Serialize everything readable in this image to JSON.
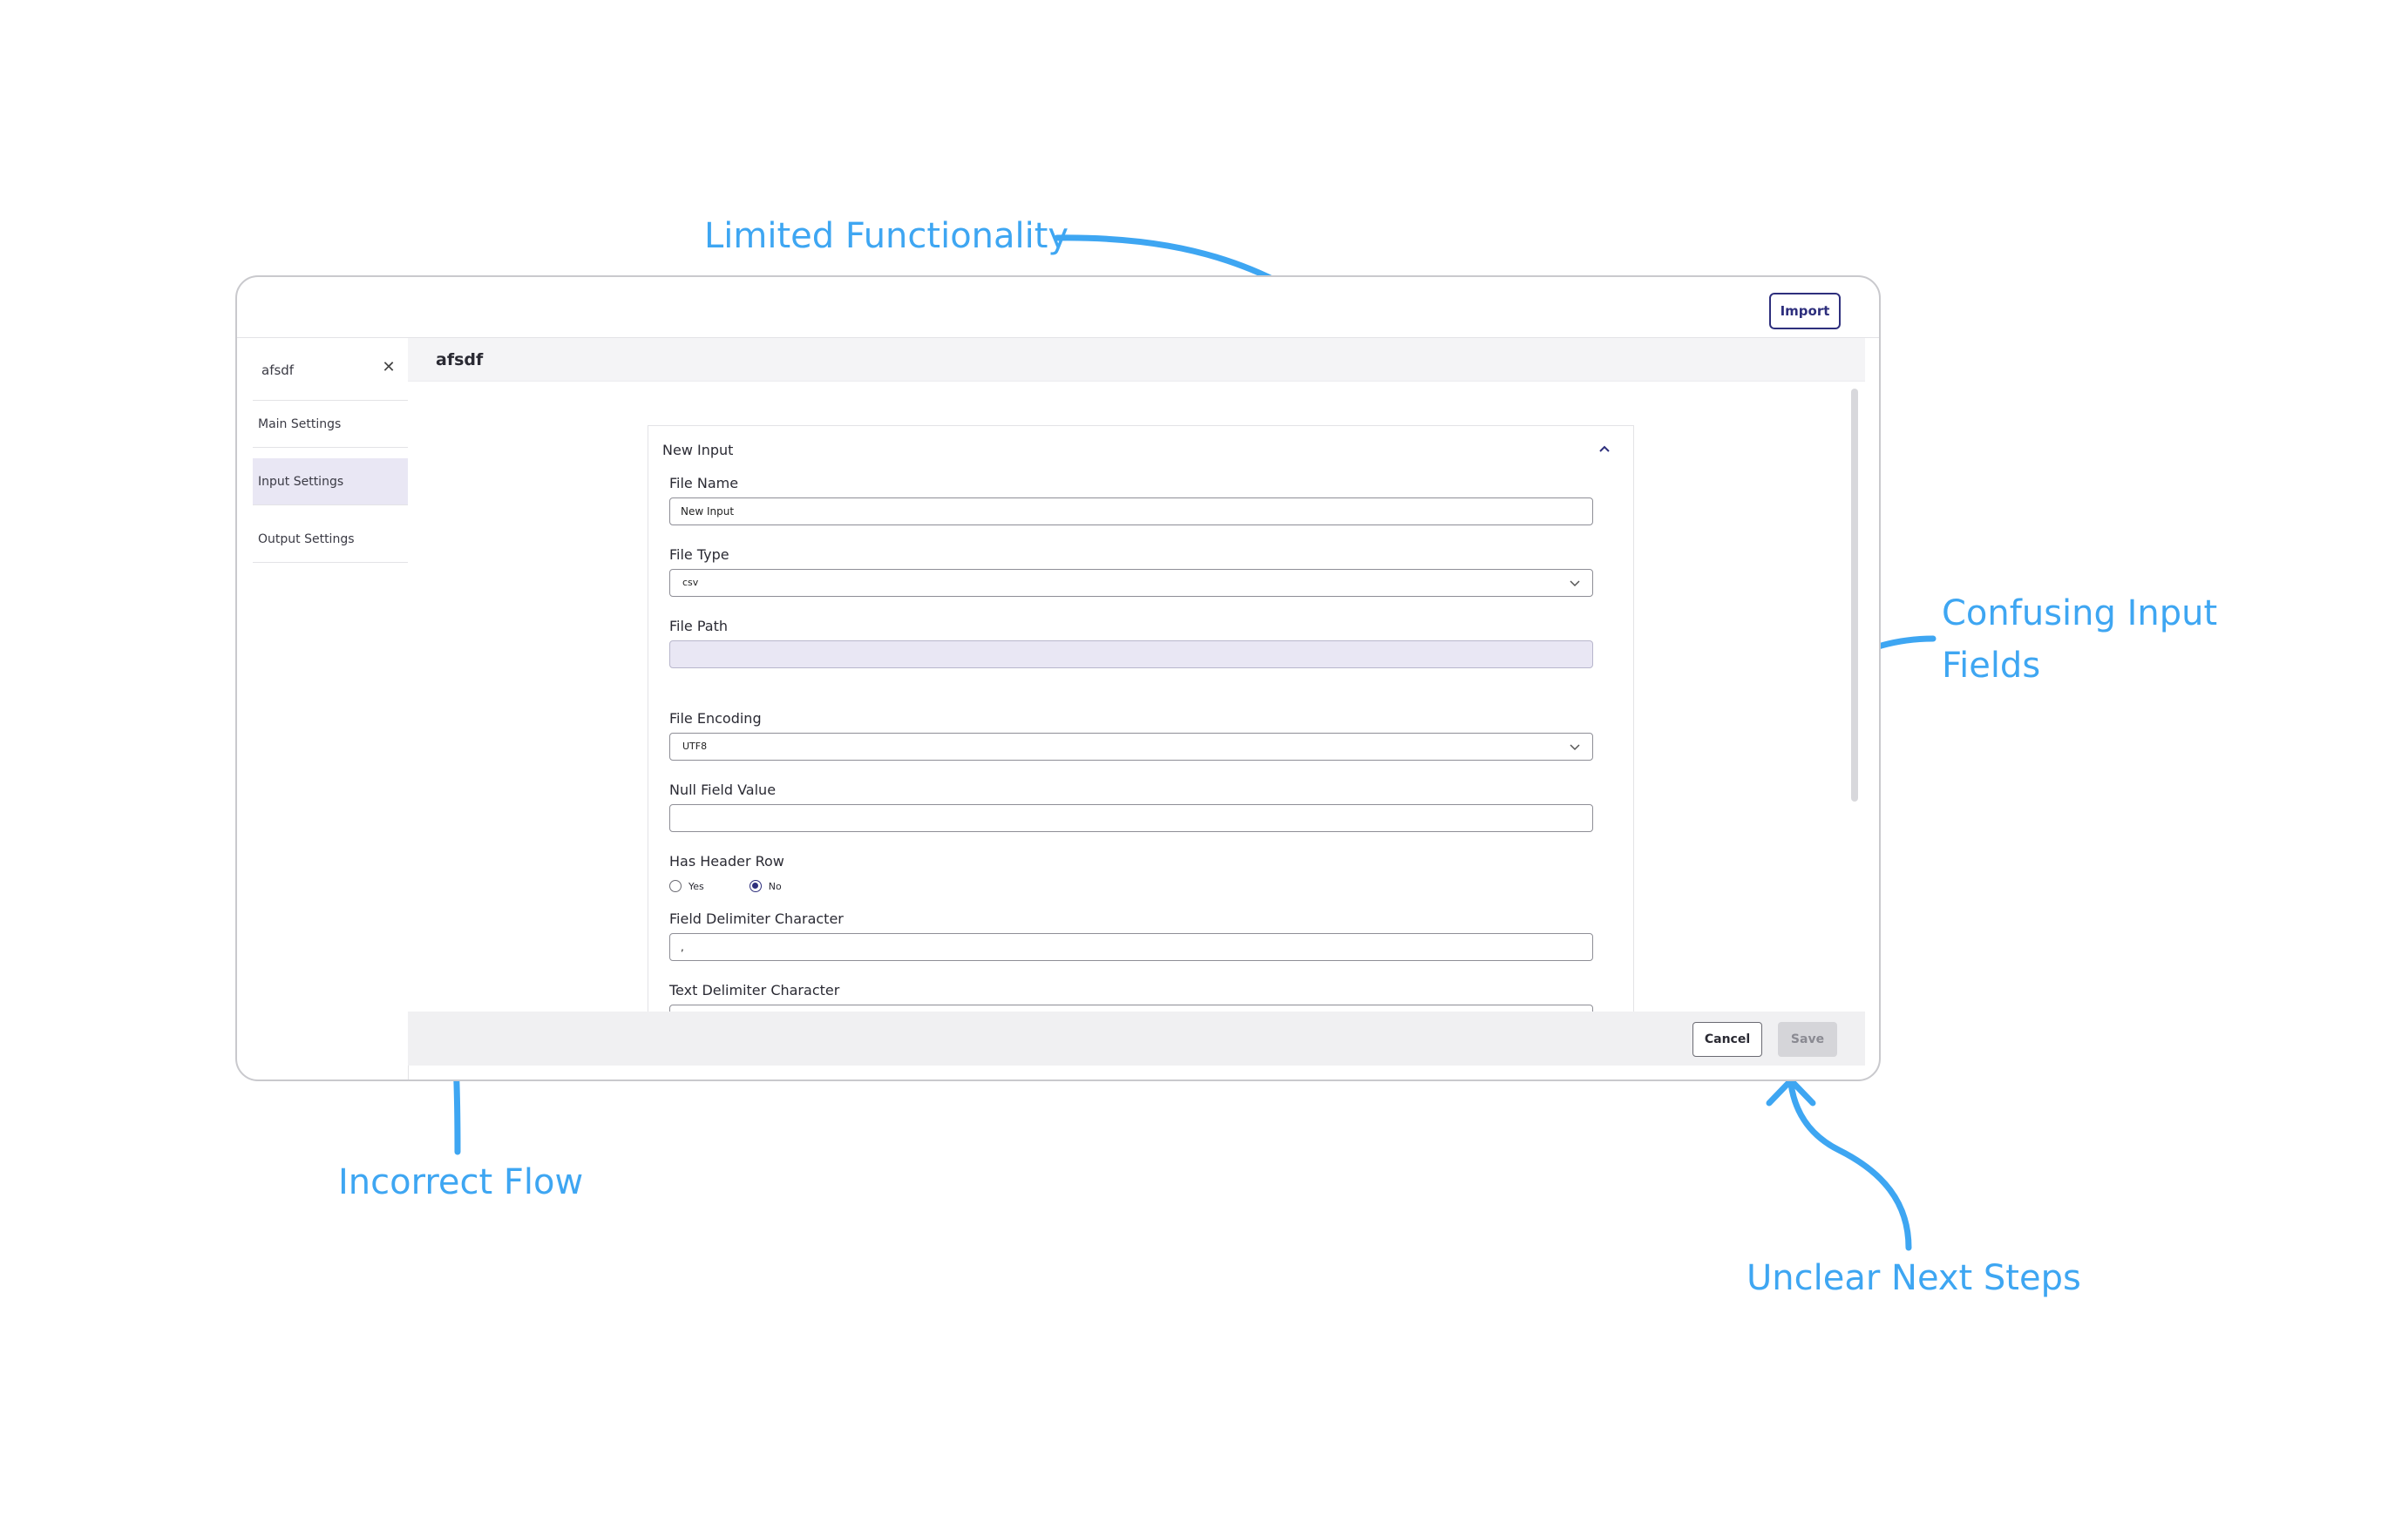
{
  "topbar": {
    "import_label": "Import"
  },
  "sidebar": {
    "search_value": "afsdf",
    "items": [
      {
        "label": "Main Settings",
        "active": false
      },
      {
        "label": "Input Settings",
        "active": true
      },
      {
        "label": "Output Settings",
        "active": false
      }
    ]
  },
  "header": {
    "title": "afsdf"
  },
  "panel": {
    "title": "New Input",
    "fields": {
      "file_name": {
        "label": "File Name",
        "value": "New Input"
      },
      "file_type": {
        "label": "File Type",
        "value": "csv"
      },
      "file_path": {
        "label": "File Path",
        "value": ""
      },
      "file_encoding": {
        "label": "File Encoding",
        "value": "UTF8"
      },
      "null_field_value": {
        "label": "Null Field Value",
        "value": ""
      },
      "has_header_row": {
        "label": "Has Header Row",
        "options": [
          "Yes",
          "No"
        ],
        "selected": "No"
      },
      "field_delimiter": {
        "label": "Field Delimiter Character",
        "value": ","
      },
      "text_delimiter": {
        "label": "Text Delimiter Character",
        "value": "\""
      }
    }
  },
  "footer": {
    "cancel_label": "Cancel",
    "save_label": "Save"
  },
  "annotations": {
    "limited_functionality": "Limited Functionality",
    "confusing_input_fields": "Confusing Input Fields",
    "incorrect_flow": "Incorrect Flow",
    "unclear_next_steps": "Unclear Next Steps"
  },
  "colors": {
    "annotation": "#3ea6f2",
    "accent": "#2e2f7d",
    "active_bg": "#e9e7f4"
  }
}
